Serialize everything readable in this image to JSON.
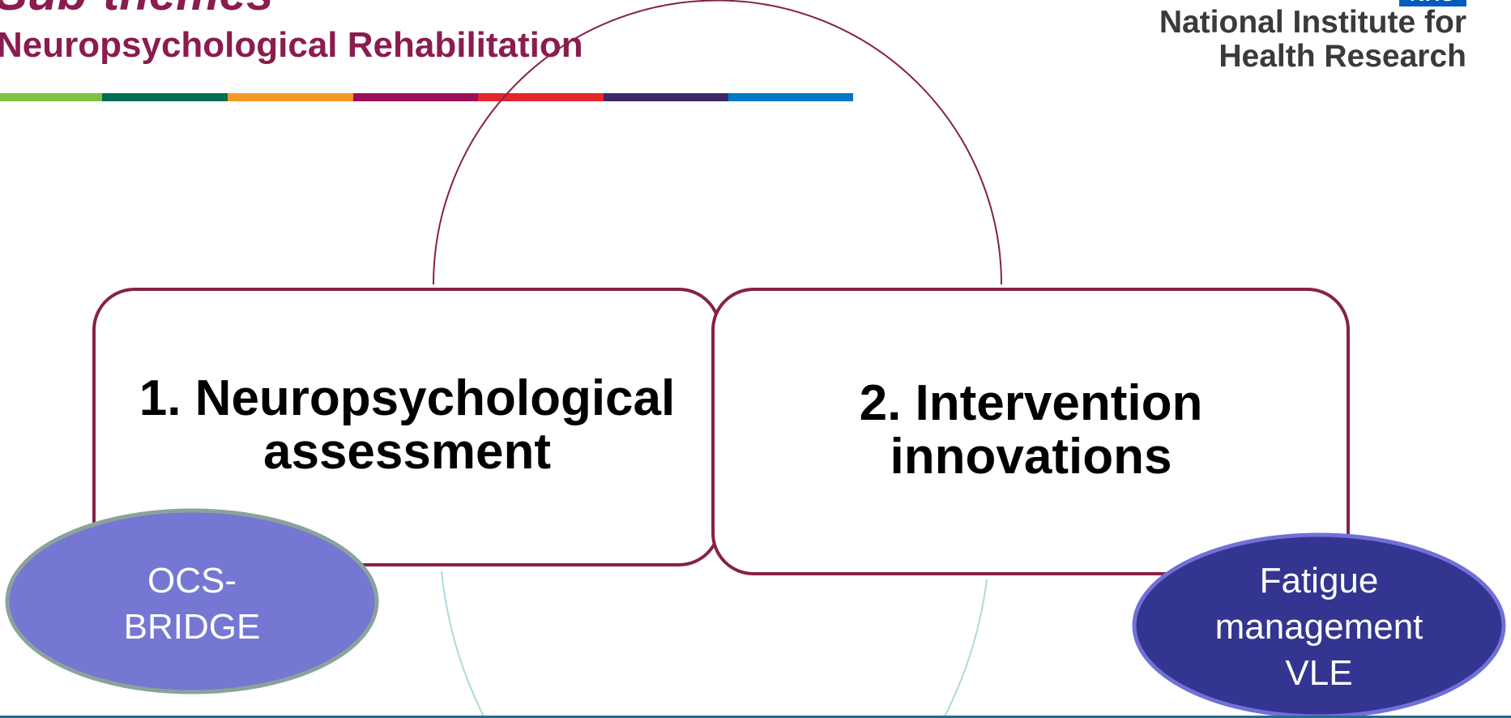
{
  "header": {
    "title": "Sub-themes",
    "subtitle": "Neuropsychological Rehabilitation"
  },
  "logo": {
    "badge": "NHS",
    "line1": "National Institute for",
    "line2": "Health Research"
  },
  "colorbar": [
    "#7dc242",
    "#006f51",
    "#f39a28",
    "#9b0f5b",
    "#e3282b",
    "#3a2868",
    "#0077c8"
  ],
  "diagram": {
    "boxes": [
      {
        "line1": "1. Neuropsychological",
        "line2": "assessment"
      },
      {
        "line1": "2. Intervention",
        "line2": "innovations"
      }
    ],
    "ellipses": [
      {
        "lines": [
          "OCS-",
          "BRIDGE"
        ],
        "fill": "#7676d3",
        "stroke": "#8aa39b"
      },
      {
        "lines": [
          "Fatigue",
          "management",
          "VLE"
        ],
        "fill": "#343491",
        "stroke": "#7070d8"
      }
    ]
  },
  "colors": {
    "accent": "#8a1c4f",
    "box_stroke": "#862149",
    "cycle_bottom": "#a8dcdc"
  }
}
